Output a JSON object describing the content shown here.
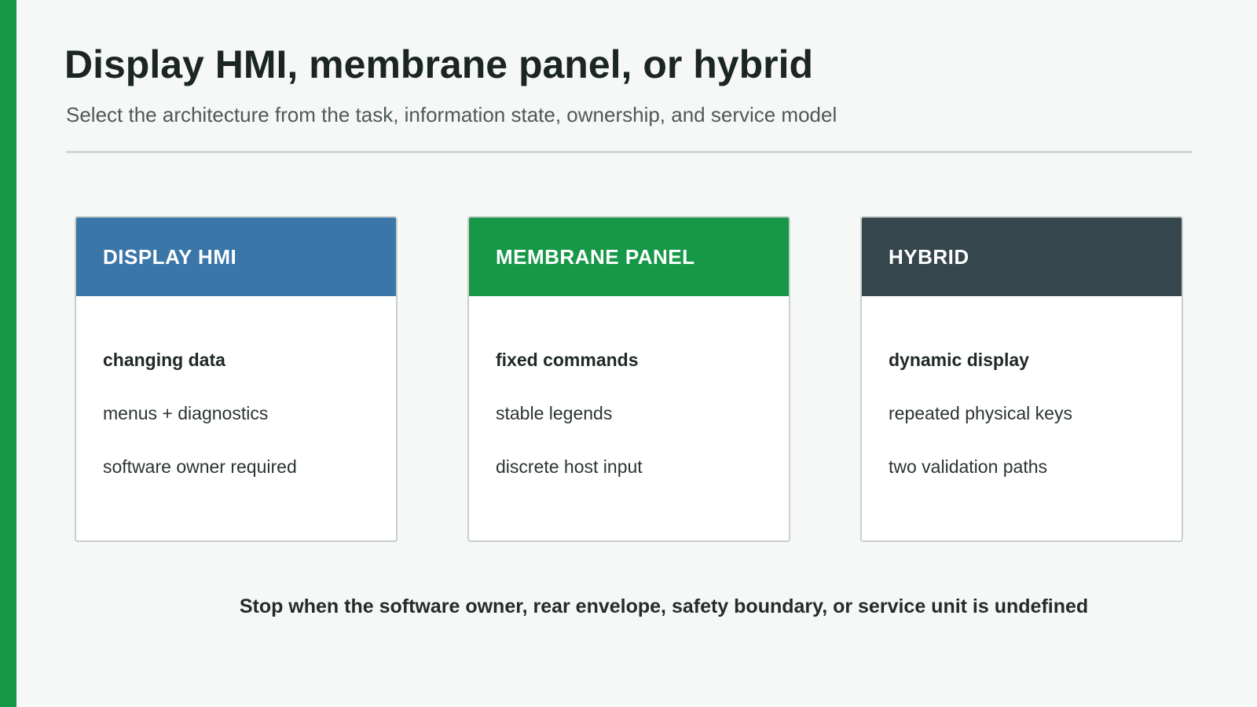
{
  "title": "Display HMI, membrane panel, or hybrid",
  "subtitle": "Select the architecture from the task, information state, ownership, and service model",
  "colors": {
    "accent_bar": "#179848",
    "display_hmi": "#3a76a8",
    "membrane_panel": "#179848",
    "hybrid": "#36464d"
  },
  "cards": [
    {
      "header": "DISPLAY HMI",
      "items": [
        "changing data",
        "menus + diagnostics",
        "software owner required"
      ]
    },
    {
      "header": "MEMBRANE PANEL",
      "items": [
        "fixed commands",
        "stable legends",
        "discrete host input"
      ]
    },
    {
      "header": "HYBRID",
      "items": [
        "dynamic display",
        "repeated physical keys",
        "two validation paths"
      ]
    }
  ],
  "footer": "Stop when the software owner, rear envelope, safety boundary, or service unit is undefined"
}
